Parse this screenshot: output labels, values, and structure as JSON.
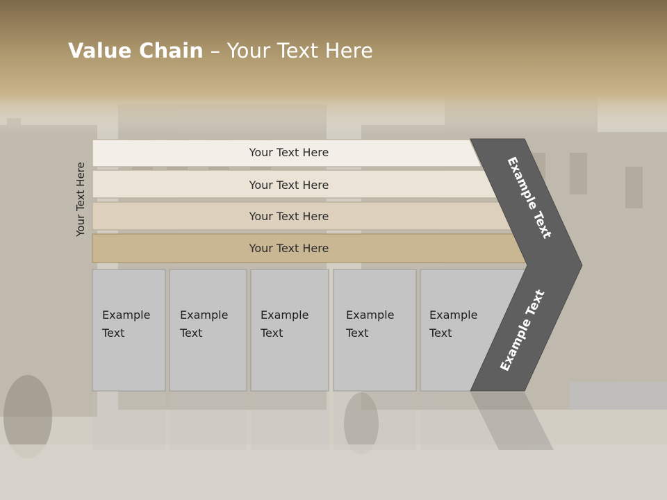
{
  "title": {
    "bold": "Value Chain",
    "separator": "–",
    "rest": "Your Text Here"
  },
  "side_label": "Your Text Here",
  "bars": [
    {
      "label": "Your Text Here",
      "color": "#f3efe8"
    },
    {
      "label": "Your Text Here",
      "color": "#ebe3d5"
    },
    {
      "label": "Your Text Here",
      "color": "#ddd1bd"
    },
    {
      "label": "Your Text Here",
      "color": "#c9b794"
    }
  ],
  "columns": [
    {
      "line1": "Example",
      "line2": "Text"
    },
    {
      "line1": "Example",
      "line2": "Text"
    },
    {
      "line1": "Example",
      "line2": "Text"
    },
    {
      "line1": "Example",
      "line2": "Text"
    },
    {
      "line1": "Example",
      "line2": "Text"
    }
  ],
  "chevron_labels": {
    "upper": "Example Text",
    "lower": "Example Text"
  },
  "colors": {
    "chevron": "#5f5f5f",
    "column": "#c4c4c4",
    "header_band": "#a48f66"
  }
}
